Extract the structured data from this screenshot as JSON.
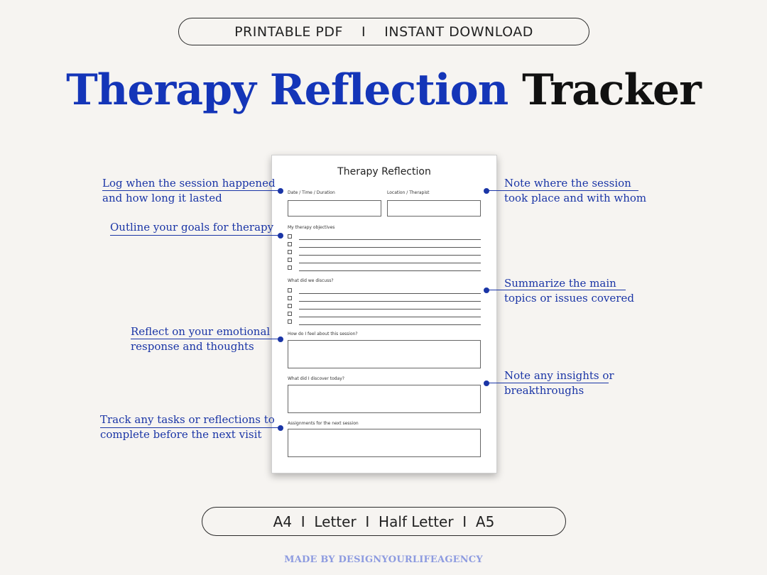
{
  "header": {
    "format_banner": "PRINTABLE PDF    I    INSTANT DOWNLOAD",
    "title_blue": "Therapy Reflection",
    "title_dark": "Tracker"
  },
  "document": {
    "title": "Therapy Reflection",
    "label_date": "Date / Time / Duration",
    "label_location": "Location / Therapist",
    "label_objectives": "My therapy objectives",
    "label_discuss": "What did we discuss?",
    "label_feel": "How do I feel about this session?",
    "label_discover": "What did I discover today?",
    "label_assignments": "Assignments for the next session"
  },
  "annotations": {
    "log": [
      "Log when the session happened",
      "and how long it lasted"
    ],
    "goals": [
      "Outline your goals for therapy"
    ],
    "reflect": [
      "Reflect on your emotional",
      "response and thoughts"
    ],
    "track": [
      "Track any tasks or reflections to",
      "complete before the next visit"
    ],
    "where": [
      "Note where the session",
      "took place and with whom"
    ],
    "summarize": [
      "Summarize the main",
      "topics or issues covered"
    ],
    "insights": [
      "Note any insights or",
      "breakthroughs"
    ]
  },
  "sizes_banner": "A4  I  Letter  I  Half Letter  I  A5",
  "footer": "MADE BY DESIGNYOURLIFEAGENCY",
  "colors": {
    "accent_blue": "#1435b8",
    "annotation_blue": "#1a35a6",
    "background": "#f6f4f1",
    "footer_text": "#8d9be0"
  }
}
